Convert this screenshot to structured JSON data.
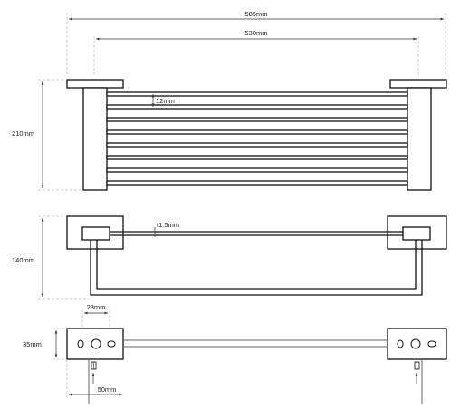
{
  "dimensions": {
    "overall_width": "585mm",
    "inner_width": "530mm",
    "slat_gap": "12mm",
    "front_height": "210mm",
    "thickness": "t1.5mm",
    "side_depth": "140mm",
    "plate_width": "23mm",
    "plate_height": "35mm",
    "hole_offset": "50mm"
  },
  "colors": {
    "line": "#111111",
    "dimension": "#333333",
    "extension": "#999999"
  }
}
